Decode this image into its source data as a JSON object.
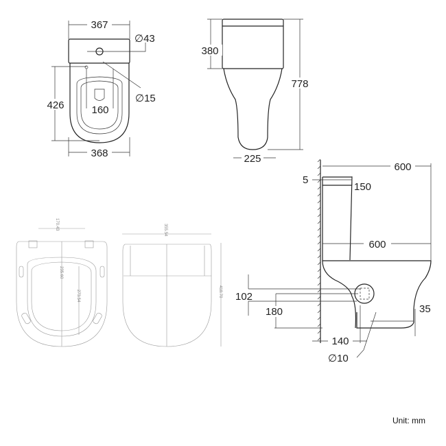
{
  "plan_view": {
    "width_tank": "367",
    "width_bowl": "368",
    "depth": "426",
    "hole_large": "∅43",
    "hole_small": "∅15",
    "hole_spacing": "160"
  },
  "front_view": {
    "tank_height": "380",
    "total_height": "778",
    "foot_width": "225"
  },
  "side_view": {
    "total_depth": "600",
    "wall_gap": "5",
    "tank_top": "150",
    "bowl_depth": "600",
    "outlet_height_102": "102",
    "outlet_height_180": "180",
    "foot_offset": "35",
    "outlet_distance": "140",
    "fixing": "∅10"
  },
  "seat_view": {
    "hinge_spacing": "170.43",
    "inner_length": "235.60",
    "inner_width": "273.54"
  },
  "lid_view": {
    "width": "355.54",
    "length": "418.70"
  },
  "unit_label": "Unit: mm"
}
